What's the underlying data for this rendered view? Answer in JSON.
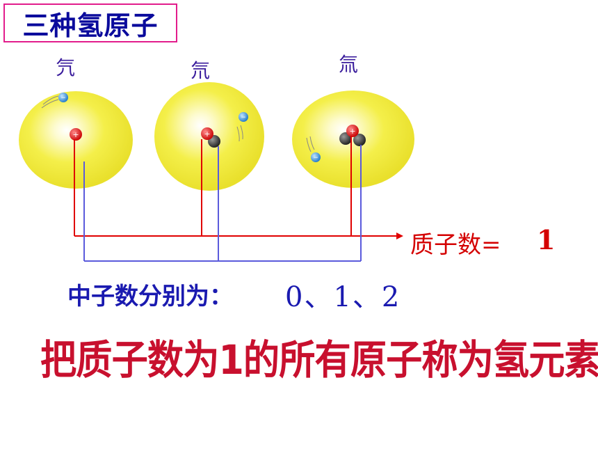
{
  "title": "三种氢原子",
  "isotopes": [
    {
      "name": "氕",
      "neutrons": 0
    },
    {
      "name": "氘",
      "neutrons": 1
    },
    {
      "name": "氚",
      "neutrons": 2
    }
  ],
  "proton_label": "质子数=",
  "proton_value": "1",
  "neutron_label": "中子数分别为：",
  "neutron_values": "0、1、2",
  "conclusion": "把质子数为1的所有原子称为氢元素",
  "colors": {
    "title_border": "#e21c8c",
    "title_text": "#0a0a9c",
    "proton_line": "#e00000",
    "neutron_line": "#5a5adc",
    "conclusion_text": "#c8102e",
    "atom_fill": "#f2ee3c",
    "proton": "#e00000",
    "electron": "#2a8ad6",
    "neutron": "#333333"
  }
}
